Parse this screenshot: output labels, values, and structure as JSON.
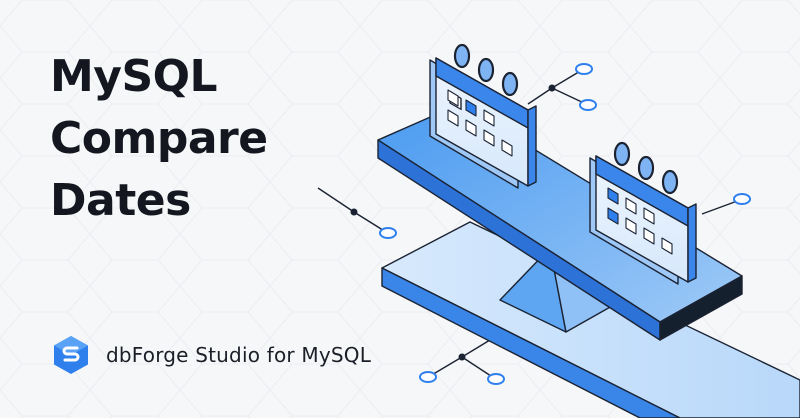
{
  "title": {
    "line1": "MySQL",
    "line2": "Compare",
    "line3": "Dates"
  },
  "brand": {
    "name": "dbForge Studio for MySQL",
    "logo_icon": "dbforge-logo-icon"
  },
  "illustration": {
    "icons": [
      "balance-scale-icon",
      "calendar-icon",
      "calendar-icon",
      "connector-node-icon"
    ]
  },
  "colors": {
    "accent": "#2f80ed",
    "dark_blue": "#1d4e9e",
    "light_blue": "#cfe4fb",
    "title_text": "#14171f"
  }
}
